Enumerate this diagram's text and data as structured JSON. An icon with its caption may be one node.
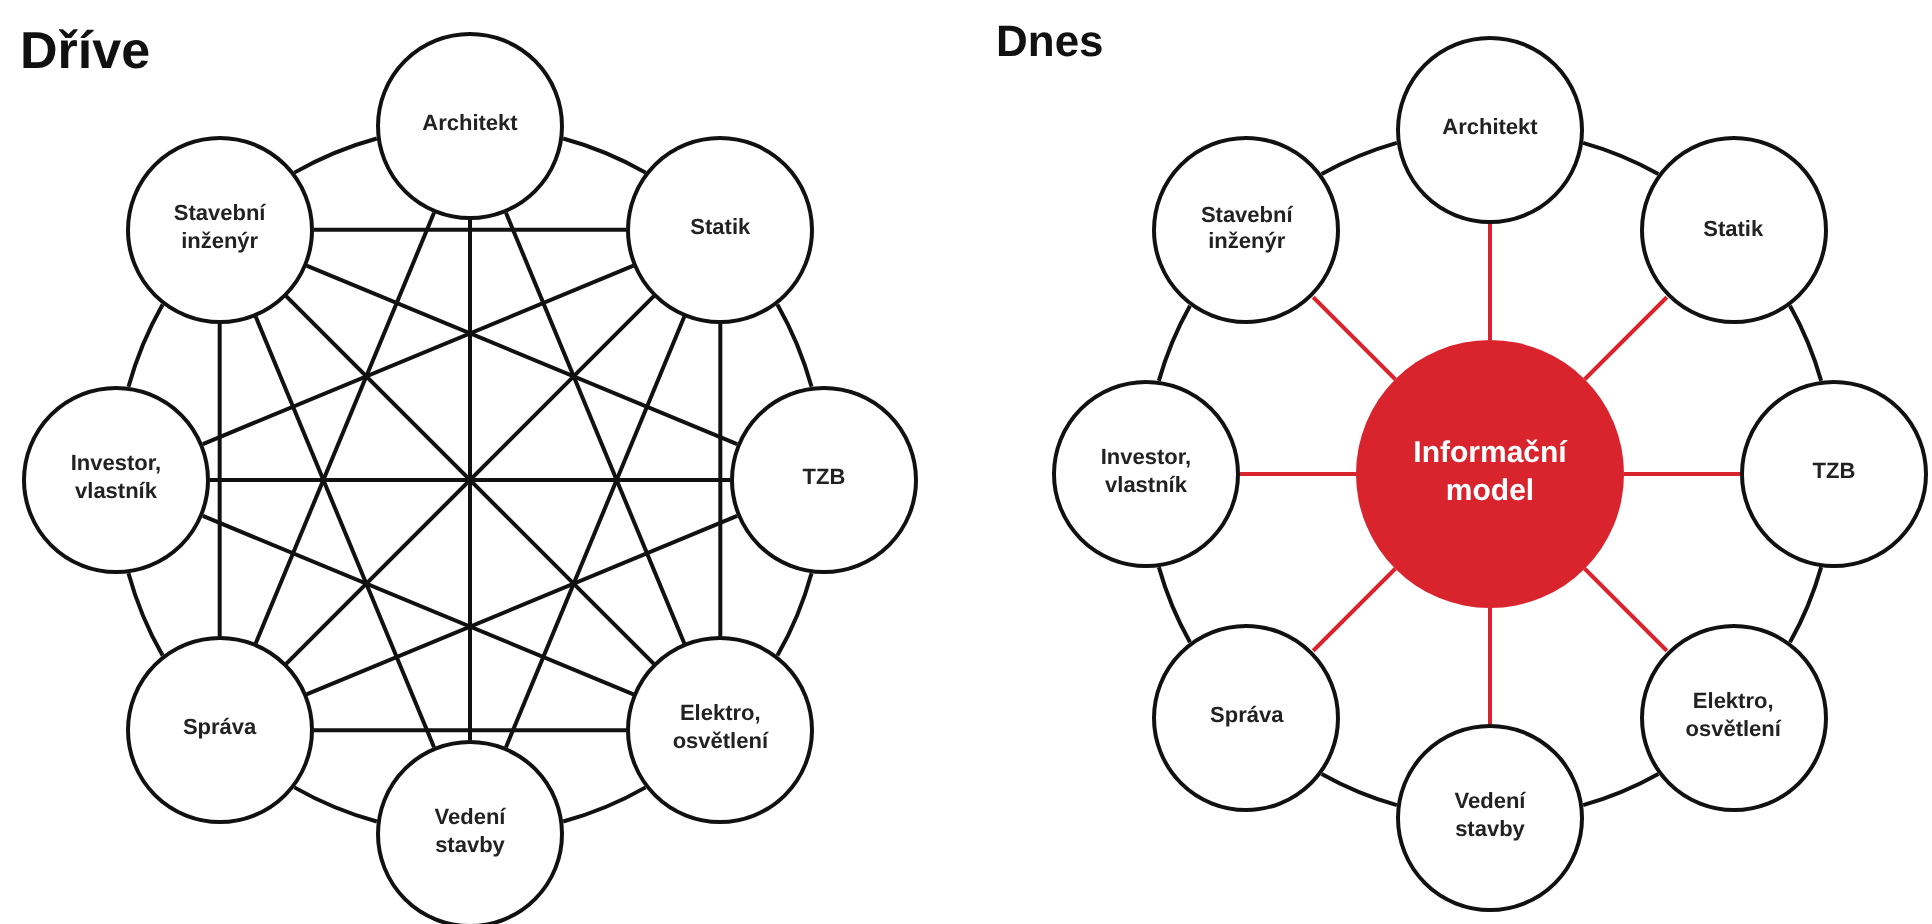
{
  "diagram": {
    "nodes": [
      {
        "text": [
          "Architekt"
        ]
      },
      {
        "text": [
          "Statik"
        ]
      },
      {
        "text": [
          "TZB"
        ]
      },
      {
        "text": [
          "Elektro, osvětlení"
        ]
      },
      {
        "text": [
          "Vedení stavby"
        ]
      },
      {
        "text": [
          "Správa"
        ]
      },
      {
        "text": [
          "Investor, vlastník"
        ]
      },
      {
        "text": [
          "Stavební inženýr"
        ]
      },
      {
        "text": [
          "Informační model"
        ]
      },
      {
        "text": [
          "Architekt"
        ]
      },
      {
        "text": [
          "Statik"
        ]
      },
      {
        "text": [
          "TZB"
        ]
      },
      {
        "text": [
          "Elektro, osvětlení"
        ]
      },
      {
        "text": [
          "Vedení stavby"
        ]
      },
      {
        "text": [
          "Správa"
        ]
      },
      {
        "text": [
          "Investor, vlastník"
        ]
      },
      {
        "text": [
          "Stavební inženýr"
        ]
      }
    ],
    "edges": [
      {
        "from": 0,
        "to": 1,
        "arrow": "none"
      },
      {
        "from": 1,
        "to": 2,
        "arrow": "none"
      },
      {
        "from": 2,
        "to": 3,
        "arrow": "none"
      },
      {
        "from": 3,
        "to": 4,
        "arrow": "none"
      },
      {
        "from": 4,
        "to": 5,
        "arrow": "none"
      },
      {
        "from": 5,
        "to": 6,
        "arrow": "none"
      },
      {
        "from": 6,
        "to": 7,
        "arrow": "none"
      },
      {
        "from": 7,
        "to": 0,
        "arrow": "none"
      },
      {
        "from": 7,
        "to": 1,
        "arrow": "none"
      },
      {
        "from": 1,
        "to": 3,
        "arrow": "none"
      },
      {
        "from": 3,
        "to": 5,
        "arrow": "none"
      },
      {
        "from": 5,
        "to": 7,
        "arrow": "none"
      },
      {
        "from": 0,
        "to": 3,
        "arrow": "none"
      },
      {
        "from": 0,
        "to": 5,
        "arrow": "none"
      },
      {
        "from": 1,
        "to": 6,
        "arrow": "none"
      },
      {
        "from": 1,
        "to": 4,
        "arrow": "none"
      },
      {
        "from": 2,
        "to": 7,
        "arrow": "none"
      },
      {
        "from": 2,
        "to": 5,
        "arrow": "none"
      },
      {
        "from": 3,
        "to": 6,
        "arrow": "none"
      },
      {
        "from": 4,
        "to": 7,
        "arrow": "none"
      },
      {
        "from": 0,
        "to": 4,
        "arrow": "none"
      },
      {
        "from": 2,
        "to": 6,
        "arrow": "none"
      },
      {
        "from": 7,
        "to": 3,
        "arrow": "none"
      },
      {
        "from": 1,
        "to": 5,
        "arrow": "none"
      },
      {
        "from": 9,
        "to": 10,
        "arrow": "none"
      },
      {
        "from": 10,
        "to": 11,
        "arrow": "none"
      },
      {
        "from": 11,
        "to": 12,
        "arrow": "none"
      },
      {
        "from": 12,
        "to": 13,
        "arrow": "none"
      },
      {
        "from": 13,
        "to": 14,
        "arrow": "none"
      },
      {
        "from": 14,
        "to": 15,
        "arrow": "none"
      },
      {
        "from": 15,
        "to": 16,
        "arrow": "none"
      },
      {
        "from": 16,
        "to": 9,
        "arrow": "none"
      },
      {
        "from": 8,
        "to": 9,
        "arrow": "none",
        "color": "#d9232d"
      },
      {
        "from": 8,
        "to": 10,
        "arrow": "none",
        "color": "#d9232d"
      },
      {
        "from": 8,
        "to": 11,
        "arrow": "none",
        "color": "#d9232d"
      },
      {
        "from": 8,
        "to": 12,
        "arrow": "none",
        "color": "#d9232d"
      },
      {
        "from": 8,
        "to": 13,
        "arrow": "none",
        "color": "#d9232d"
      },
      {
        "from": 8,
        "to": 14,
        "arrow": "none",
        "color": "#d9232d"
      },
      {
        "from": 8,
        "to": 15,
        "arrow": "none",
        "color": "#d9232d"
      },
      {
        "from": 8,
        "to": 16,
        "arrow": "none",
        "color": "#d9232d"
      }
    ],
    "labels": [
      "Dříve",
      "Dnes"
    ]
  }
}
